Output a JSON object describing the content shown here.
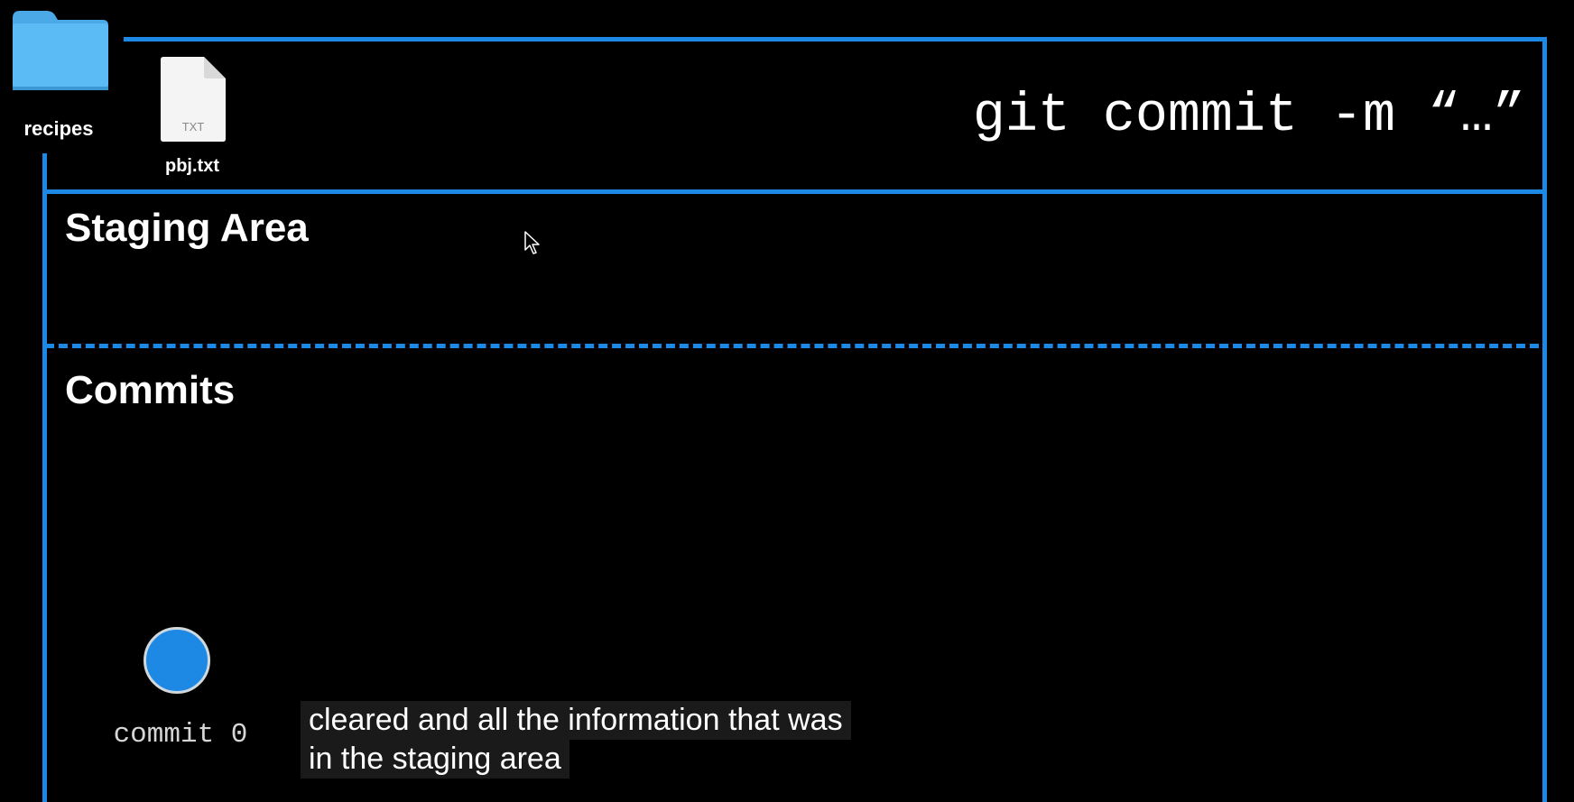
{
  "folder": {
    "label": "recipes",
    "icon": "folder-icon"
  },
  "file": {
    "label": "pbj.txt",
    "badge": "TXT",
    "icon": "text-file-icon"
  },
  "command": "git commit -m “…”",
  "sections": {
    "staging": "Staging Area",
    "commits": "Commits"
  },
  "commit_node": {
    "label": "commit 0",
    "color": "#1e88e5"
  },
  "subtitle": {
    "line1": "cleared and all the information that was",
    "line2": "in the staging area"
  },
  "colors": {
    "accent": "#1e88e5",
    "background": "#000000"
  }
}
